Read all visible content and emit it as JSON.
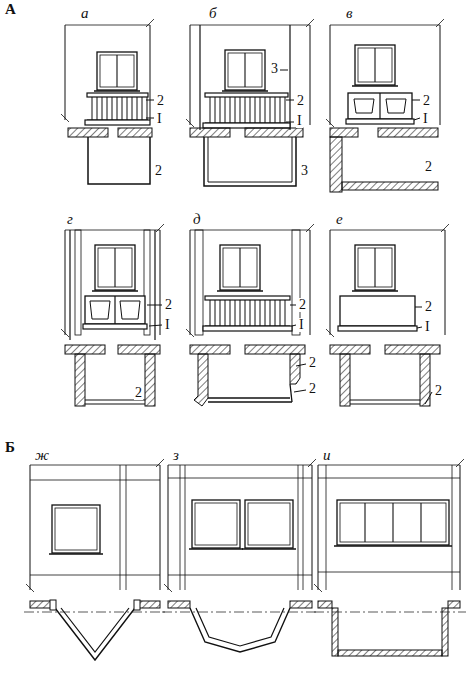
{
  "diagram": {
    "labels": [
      "А",
      "а",
      "2",
      "I",
      "2",
      "б",
      "3",
      "2",
      "I",
      "3",
      "в",
      "2",
      "I",
      "2",
      "г",
      "2",
      "I",
      "2",
      "д",
      "2",
      "I",
      "2",
      "2",
      "е",
      "2",
      "I",
      "2",
      "Б",
      "ж",
      "з",
      "и"
    ]
  }
}
